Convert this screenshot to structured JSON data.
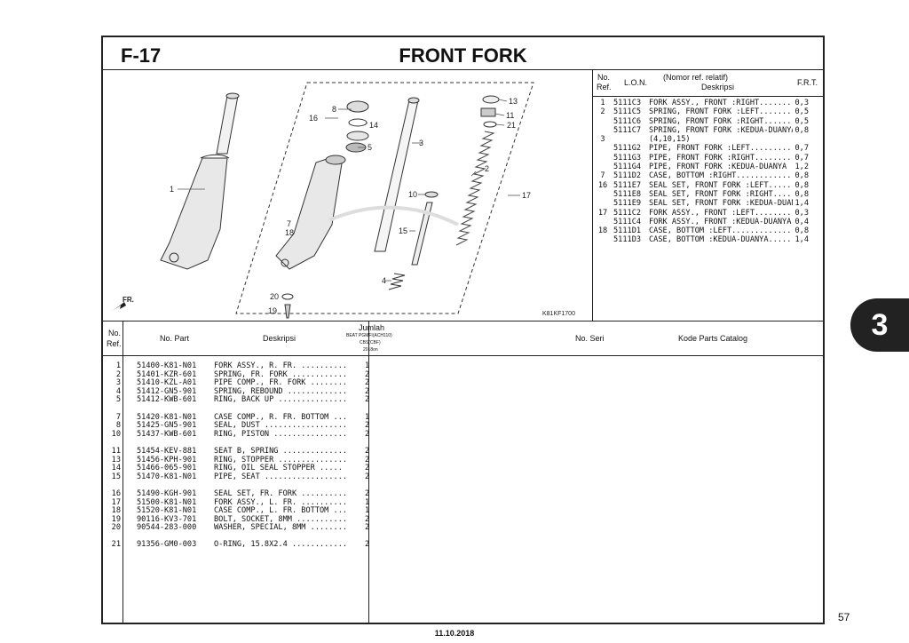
{
  "header": {
    "code": "F-17",
    "title": "FRONT FORK"
  },
  "diagram": {
    "ref_code": "K81KF1700",
    "fr_label": "FR.",
    "callouts": [
      "1",
      "2",
      "3",
      "4",
      "5",
      "7",
      "8",
      "10",
      "11",
      "13",
      "14",
      "15",
      "16",
      "17",
      "18",
      "19",
      "20",
      "21"
    ]
  },
  "lon_table": {
    "headers": {
      "no": "No.",
      "ref": "Ref.",
      "lon": "L.O.N.",
      "desc_top": "(Nomor ref. relatif)",
      "desc": "Deskripsi",
      "frt": "F.R.T."
    },
    "rows": [
      {
        "n": "1",
        "l": "5111C3",
        "d": "FORK ASSY., FRONT :RIGHT.......",
        "f": "0,3"
      },
      {
        "n": "2",
        "l": "5111C5",
        "d": "SPRING, FRONT FORK :LEFT.......",
        "f": "0,5"
      },
      {
        "n": "",
        "l": "5111C6",
        "d": "SPRING, FRONT FORK :RIGHT......",
        "f": "0,5"
      },
      {
        "n": "",
        "l": "5111C7",
        "d": "SPRING, FRONT FORK :KEDUA-DUANYA",
        "f": "0,8"
      },
      {
        "n": "3",
        "l": "",
        "d": "(4,10,15)",
        "f": ""
      },
      {
        "n": "",
        "l": "5111G2",
        "d": "PIPE, FRONT FORK :LEFT.........",
        "f": "0,7"
      },
      {
        "n": "",
        "l": "5111G3",
        "d": "PIPE, FRONT FORK :RIGHT........",
        "f": "0,7"
      },
      {
        "n": "",
        "l": "5111G4",
        "d": "PIPE, FRONT FORK :KEDUA-DUANYA",
        "f": "1,2"
      },
      {
        "n": "7",
        "l": "5111D2",
        "d": "CASE, BOTTOM :RIGHT............",
        "f": "0,8"
      },
      {
        "n": "16",
        "l": "5111E7",
        "d": "SEAL SET, FRONT FORK :LEFT.....",
        "f": "0,8"
      },
      {
        "n": "",
        "l": "5111E8",
        "d": "SEAL SET, FRONT FORK :RIGHT....",
        "f": "0,8"
      },
      {
        "n": "",
        "l": "5111E9",
        "d": "SEAL SET, FRONT FORK :KEDUA-DUANYA",
        "f": "1,4"
      },
      {
        "n": "17",
        "l": "5111C2",
        "d": "FORK ASSY., FRONT :LEFT........",
        "f": "0,3"
      },
      {
        "n": "",
        "l": "5111C4",
        "d": "FORK ASSY., FRONT :KEDUA-DUANYA",
        "f": "0,4"
      },
      {
        "n": "18",
        "l": "5111D1",
        "d": "CASE, BOTTOM :LEFT.............",
        "f": "0,8"
      },
      {
        "n": "",
        "l": "5111D3",
        "d": "CASE, BOTTOM :KEDUA-DUANYA.....",
        "f": "1,4"
      }
    ]
  },
  "parts_header": {
    "no": "No.",
    "ref": "Ref.",
    "part": "No. Part",
    "desc": "Deskripsi",
    "jumlah": "Jumlah",
    "model": "BEAT PGMFI(ACH110)",
    "variant": "CBS(CBF)",
    "year": "2018on",
    "serial": "No. Seri",
    "catalog": "Kode Parts Catalog"
  },
  "parts": [
    {
      "n": "1",
      "p": "51400-K81-N01",
      "d": "FORK ASSY., R. FR. ..........",
      "q": "1"
    },
    {
      "n": "2",
      "p": "51401-KZR-601",
      "d": "SPRING, FR. FORK ............",
      "q": "2"
    },
    {
      "n": "3",
      "p": "51410-KZL-A01",
      "d": "PIPE COMP., FR. FORK ........",
      "q": "2"
    },
    {
      "n": "4",
      "p": "51412-GN5-901",
      "d": "SPRING, REBOUND .............",
      "q": "2"
    },
    {
      "n": "5",
      "p": "51412-KWB-601",
      "d": "RING, BACK UP ...............",
      "q": "2"
    },
    {
      "gap": true
    },
    {
      "n": "7",
      "p": "51420-K81-N01",
      "d": "CASE COMP., R. FR. BOTTOM ...",
      "q": "1"
    },
    {
      "n": "8",
      "p": "51425-GN5-901",
      "d": "SEAL, DUST ..................",
      "q": "2"
    },
    {
      "n": "10",
      "p": "51437-KWB-601",
      "d": "RING, PISTON ................",
      "q": "2"
    },
    {
      "gap": true
    },
    {
      "n": "11",
      "p": "51454-KEV-881",
      "d": "SEAT B, SPRING ..............",
      "q": "2"
    },
    {
      "n": "13",
      "p": "51456-KPH-901",
      "d": "RING, STOPPER ...............",
      "q": "2"
    },
    {
      "n": "14",
      "p": "51466-065-901",
      "d": "RING, OIL SEAL STOPPER .....",
      "q": "2"
    },
    {
      "n": "15",
      "p": "51470-K81-N01",
      "d": "PIPE, SEAT ..................",
      "q": "2"
    },
    {
      "gap": true
    },
    {
      "n": "16",
      "p": "51490-KGH-901",
      "d": "SEAL SET, FR. FORK ..........",
      "q": "2"
    },
    {
      "n": "17",
      "p": "51500-K81-N01",
      "d": "FORK ASSY., L. FR. ..........",
      "q": "1"
    },
    {
      "n": "18",
      "p": "51520-K81-N01",
      "d": "CASE COMP., L. FR. BOTTOM ...",
      "q": "1"
    },
    {
      "n": "19",
      "p": "90116-KV3-701",
      "d": "BOLT, SOCKET, 8MM ...........",
      "q": "2"
    },
    {
      "n": "20",
      "p": "90544-283-000",
      "d": "WASHER, SPECIAL, 8MM ........",
      "q": "2"
    },
    {
      "gap": true
    },
    {
      "n": "21",
      "p": "91356-GM0-003",
      "d": "O-RING, 15.8X2.4 ............",
      "q": "2"
    }
  ],
  "side_tab": "3",
  "page_number": "57",
  "date": "11.10.2018"
}
